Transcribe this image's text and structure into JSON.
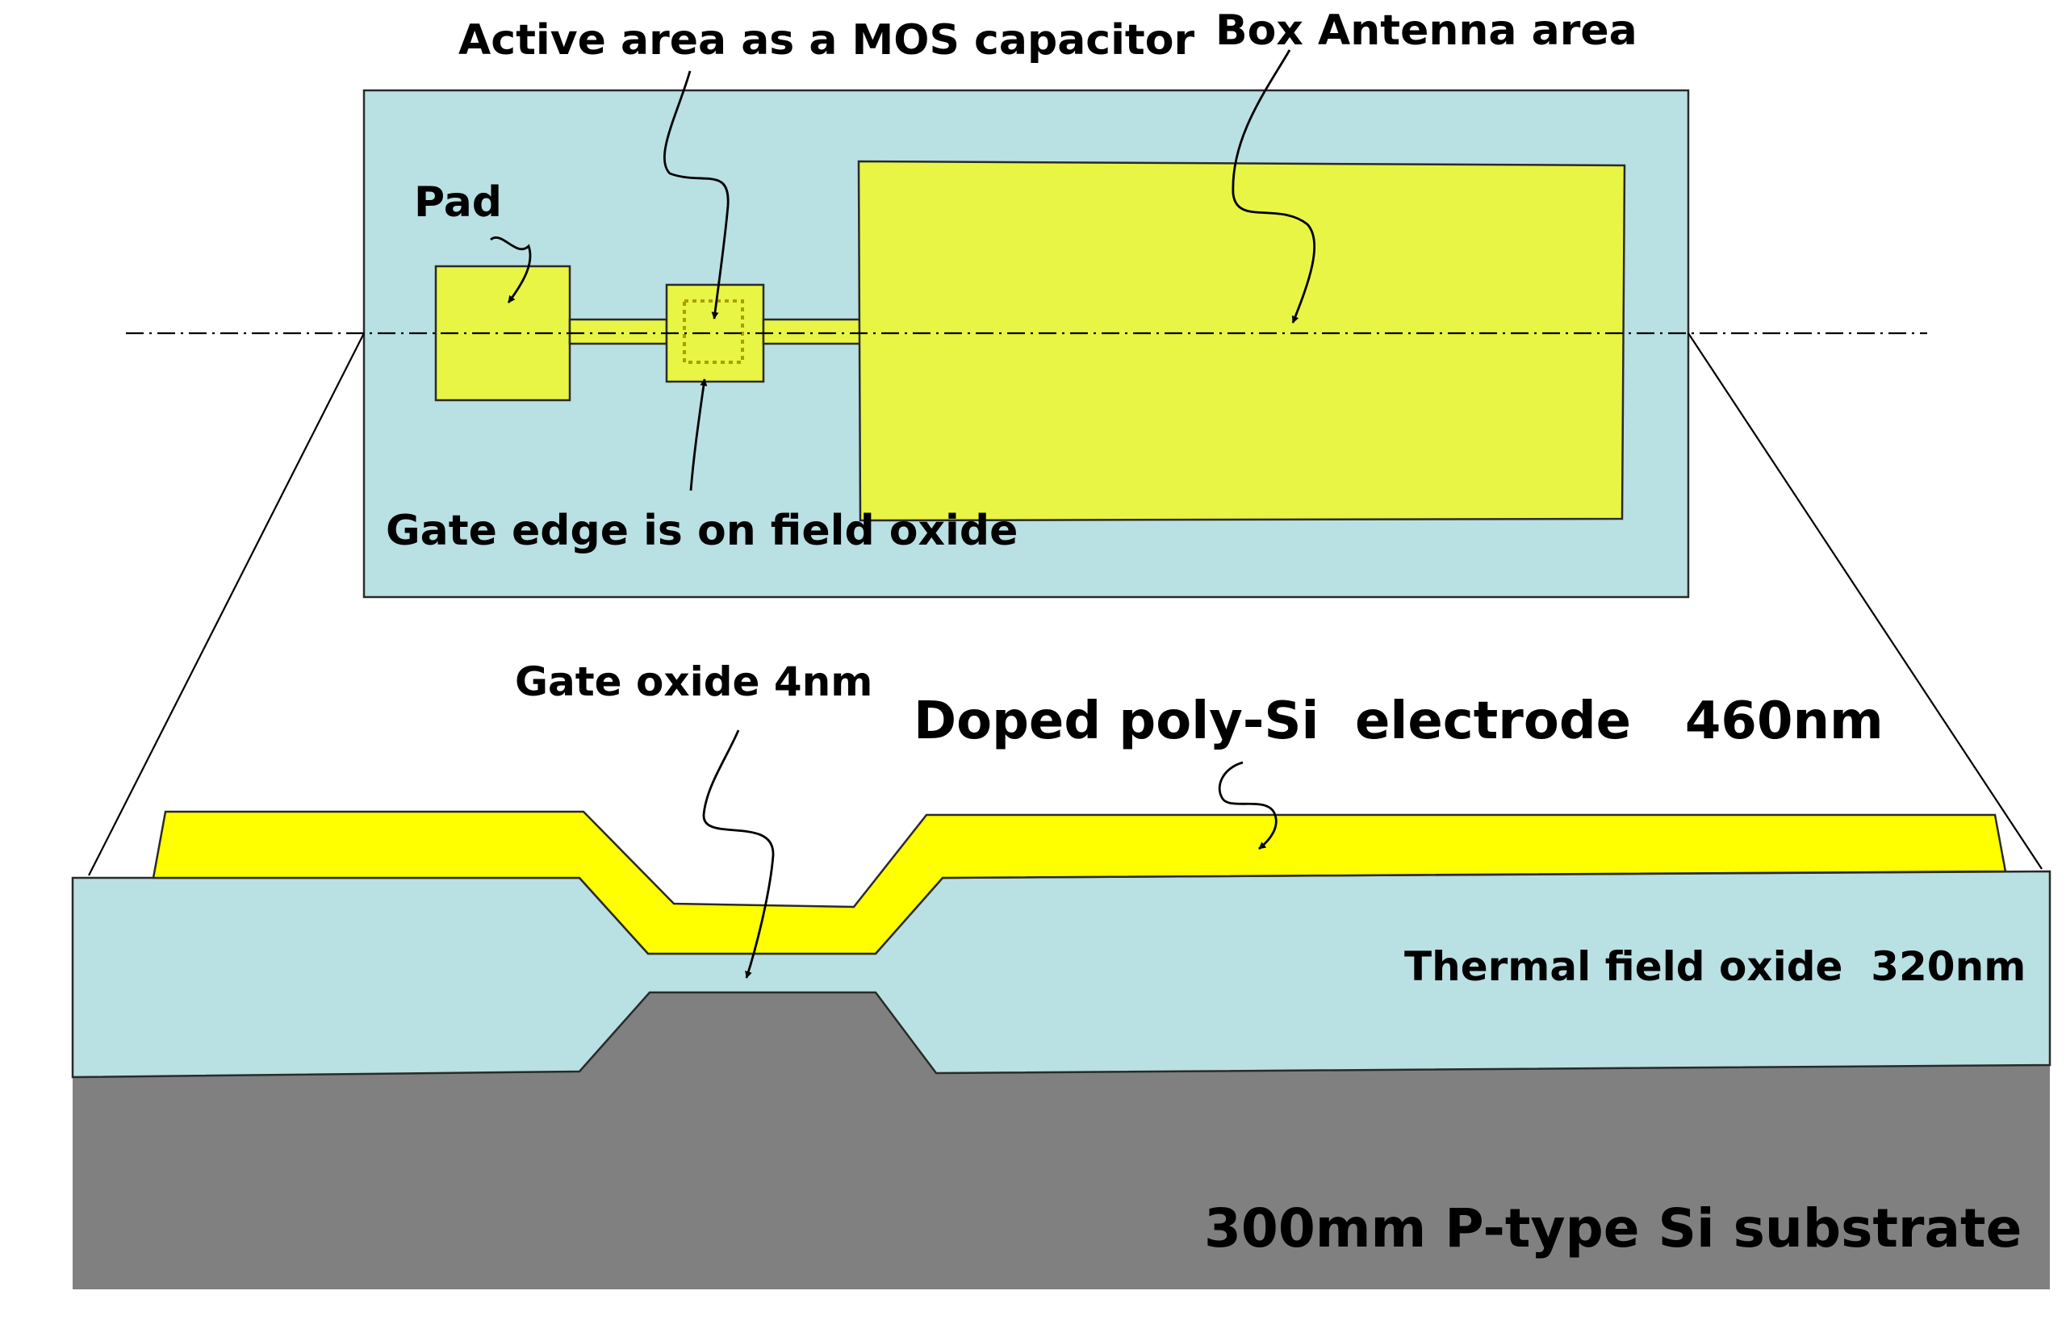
{
  "colors": {
    "oxide": "#b9e0e3",
    "poly_top_view": "#e8f545",
    "poly_cross_section": "#ffff00",
    "substrate": "#808080",
    "active_dotted": "#a8a000",
    "background": "#ffffff"
  },
  "top_view": {
    "labels": {
      "active_area": "Active area as a MOS capacitor",
      "box_antenna": "Box Antenna area",
      "pad": "Pad",
      "gate_edge": "Gate edge is on field oxide"
    }
  },
  "cross_section": {
    "labels": {
      "gate_oxide": "Gate oxide 4nm",
      "poly_electrode": "Doped poly-Si  electrode   460nm",
      "field_oxide": "Thermal field oxide  320nm",
      "substrate": "300mm P-type Si substrate"
    }
  }
}
